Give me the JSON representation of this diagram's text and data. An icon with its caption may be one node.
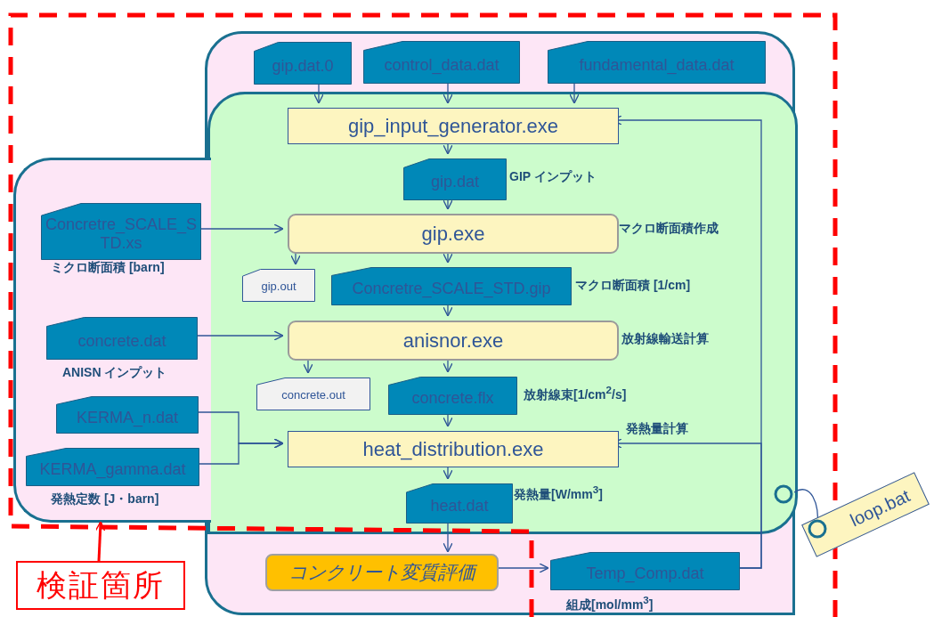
{
  "diagram": {
    "nodes": [
      {
        "text": [],
        "shape": "box"
      },
      {
        "text": [],
        "shape": "box",
        "in": 0
      },
      {
        "text": [],
        "shape": "box"
      },
      {
        "text": [
          "gip.dat.0"
        ],
        "in": 0
      },
      {
        "text": [
          "control_data.dat"
        ],
        "in": 0
      },
      {
        "text": [
          "fundamental_data.dat"
        ],
        "in": 0
      },
      {
        "text": [
          "gip_input_generator.exe"
        ],
        "in": 1
      },
      {
        "text": [
          "gip.dat"
        ],
        "in": 1,
        "beside": [
          "GIP インプット"
        ]
      },
      {
        "text": [
          "gip.exe"
        ],
        "in": 1,
        "beside": [
          "マクロ断面積作成"
        ]
      },
      {
        "text": [
          "Concretre_SCALE_S TD.xs"
        ],
        "in": 2,
        "beside": [
          "ミクロ断面積 [barn]"
        ]
      },
      {
        "text": [
          "gip.out"
        ],
        "in": 1
      },
      {
        "text": [
          "Concretre_SCALE_STD.gip"
        ],
        "in": 1,
        "beside": [
          "マクロ断面積 [1/cm]"
        ]
      },
      {
        "text": [
          "anisnor.exe"
        ],
        "in": 1,
        "beside": [
          "放射線輸送計算"
        ]
      },
      {
        "text": [
          "concrete.dat"
        ],
        "in": 2,
        "beside": [
          "ANISN インプット"
        ]
      },
      {
        "text": [
          "concrete.out"
        ],
        "in": 1
      },
      {
        "text": [
          "concrete.flx"
        ],
        "in": 1,
        "beside": [
          "放射線束[1/cm$^{2}$/s]"
        ]
      },
      {
        "text": [
          "KERMA_n.dat"
        ],
        "in": 2
      },
      {
        "text": [
          "KERMA_gamma.dat"
        ],
        "in": 2,
        "beside": [
          "発熱定数 [J・barn]"
        ]
      },
      {
        "text": [
          "heat_distribution.exe"
        ],
        "in": 1,
        "beside": [
          "発熱量計算"
        ]
      },
      {
        "text": [
          "heat.dat"
        ],
        "in": 1,
        "beside": [
          "発熱量[W/mm$^{3}$]"
        ]
      },
      {
        "text": [
          "コンクリート変質評価"
        ],
        "in": 0
      },
      {
        "text": [
          "Temp_Comp.dat"
        ],
        "in": 0,
        "beside": [
          "組成[mol/mm$^{3}$]"
        ]
      },
      {
        "text": [
          "loop.bat"
        ]
      },
      {
        "text": [
          "検証箇所"
        ]
      }
    ],
    "edges": [
      {
        "from": 3,
        "to": 6,
        "arrow": "to"
      },
      {
        "from": 4,
        "to": 6,
        "arrow": "to"
      },
      {
        "from": 5,
        "to": 6,
        "arrow": "to"
      },
      {
        "from": 6,
        "to": 7,
        "arrow": "to"
      },
      {
        "from": 7,
        "to": 8,
        "arrow": "to"
      },
      {
        "from": 9,
        "to": 8,
        "arrow": "to"
      },
      {
        "from": 8,
        "to": 10,
        "arrow": "to"
      },
      {
        "from": 8,
        "to": 11,
        "arrow": "to"
      },
      {
        "from": 11,
        "to": 12,
        "arrow": "to"
      },
      {
        "from": 13,
        "to": 12,
        "arrow": "to"
      },
      {
        "from": 12,
        "to": 14,
        "arrow": "to"
      },
      {
        "from": 12,
        "to": 15,
        "arrow": "to"
      },
      {
        "from": 15,
        "to": 18,
        "arrow": "to"
      },
      {
        "from": 16,
        "to": 18,
        "arrow": "to"
      },
      {
        "from": 17,
        "to": 18,
        "arrow": "to"
      },
      {
        "from": 18,
        "to": 19,
        "arrow": "to"
      },
      {
        "from": 19,
        "to": 20,
        "arrow": "to"
      },
      {
        "from": 20,
        "to": 21,
        "arrow": "to"
      },
      {
        "from": 21,
        "to": 6,
        "arrow": "to"
      },
      {
        "from": 21,
        "to": 18,
        "arrow": "to"
      },
      {
        "from": 23,
        "to": 2,
        "arrow": "to",
        "style": "thick",
        "color": "#ff0000"
      },
      {
        "from": 22,
        "to": 1,
        "arrow": "none"
      }
    ]
  }
}
